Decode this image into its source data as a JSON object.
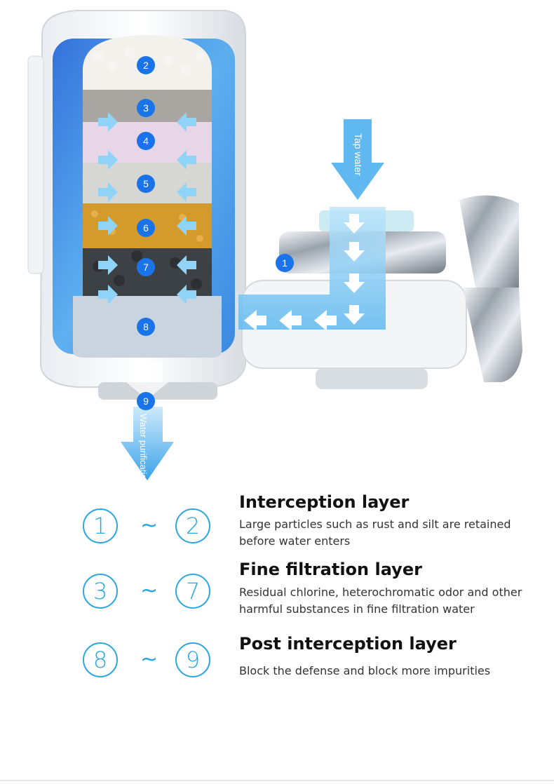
{
  "diagram": {
    "inlet_label": "Tap water",
    "outlet_label": "Water purification",
    "markers": [
      "1",
      "2",
      "3",
      "4",
      "5",
      "6",
      "7",
      "8",
      "9"
    ]
  },
  "layers": [
    {
      "from": "1",
      "to": "2",
      "sep": "~",
      "title": "Interception layer",
      "desc": "Large particles such as rust and silt are retained before water enters"
    },
    {
      "from": "3",
      "to": "7",
      "sep": "~",
      "title": "Fine filtration layer",
      "desc": "Residual chlorine, heterochromatic odor and other harmful substances in fine filtration water"
    },
    {
      "from": "8",
      "to": "9",
      "sep": "~",
      "title": "Post interception layer",
      "desc": "Block the defense and block more impurities"
    }
  ],
  "colors": {
    "accent": "#2aa6e0",
    "marker": "#1a73e8",
    "water": "#6ec6f2",
    "arrow": "#8fd3f7"
  }
}
